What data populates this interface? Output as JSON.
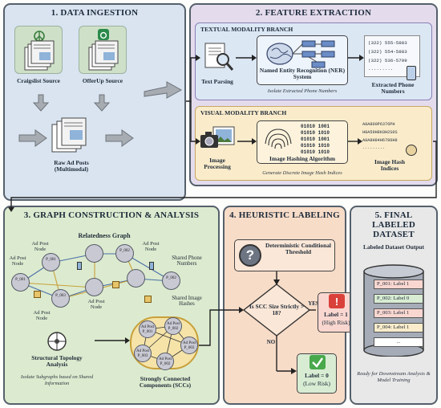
{
  "panels": {
    "ingestion": "1. DATA INGESTION",
    "feature": "2. FEATURE EXTRACTION",
    "graph": "3. GRAPH CONSTRUCTION & ANALYSIS",
    "heuristic": "4. HEURISTIC LABELING",
    "final": "5. FINAL LABELED DATASET"
  },
  "ingestion": {
    "craigslist": "Craigslist Source",
    "offerup": "OfferUp Source",
    "raw": "Raw Ad Posts (Multimodal)"
  },
  "textual": {
    "title": "TEXTUAL MODALITY BRANCH",
    "parsing": "Text Parsing",
    "ner": "Named Entity Recognition (NER) System",
    "ner_note": "Isolate Extracted Phone Numbers",
    "phones": [
      "(322) 555-5883",
      "(322) 554-5883",
      "(322) 536-5799",
      "........."
    ],
    "extracted": "Extracted Phone Numbers"
  },
  "visual": {
    "title": "VISUAL MODALITY BRANCH",
    "processing": "Image Processing",
    "hashing": "Image Hashing Algorithm",
    "hash_note": "Generate Discrete Image Hash Indices",
    "binary": [
      "01010 1001",
      "01010 1010",
      "01010 1001",
      "01010 1010",
      "01010 1010"
    ],
    "hashes": [
      "A8A800P6376PH",
      "H8A59H8H3H2S0S",
      "A8A8H84H6786H8",
      "........."
    ],
    "indices": "Image Hash Indices"
  },
  "graph": {
    "relatedness": "Relatedness Graph",
    "node_labels": [
      "Ad Post Node",
      "Ad Post Node",
      "Ad Post Node",
      "Ad Post Node",
      "Ad Post Node"
    ],
    "node_ids": [
      "P_001",
      "P_001",
      "P_002",
      "P_003",
      "P_002",
      "P_002",
      "P_003"
    ],
    "shared_phone": "Shared Phone Numbers",
    "shared_image": "Shared Image Hashes",
    "topology": "Structural Topology Analysis",
    "topology_note": "Isolate Subgraphs based on Shared Information",
    "scc": "Strongly Connected Components (SCCs)",
    "scc_ids": [
      "Ad Post P_001",
      "Ad Post P_002",
      "Ad Post P_003",
      "Ad Post P_002",
      "Ad Post P_003",
      "Ad Post P_003"
    ]
  },
  "heuristic": {
    "threshold": "Deterministic Conditional Threshold",
    "question": "Is SCC Size Strictly > 18?",
    "yes": "YES",
    "no": "NO",
    "label1": "Label = 1",
    "label1_sub": "(High Risk)",
    "label0": "Label = 0",
    "label0_sub": "(Low Risk)"
  },
  "final": {
    "output": "Labeled Dataset Output",
    "rows": [
      "P_001: Label 1",
      "P_002: Label 0",
      "P_003: Label 1",
      "P_004: Label 1",
      "..."
    ],
    "ready": "Ready for Downstream Analysis & Model Training"
  },
  "colors": {
    "ingestion_bg": "#d9e4f0",
    "feature_bg": "#e4dced",
    "textual_bg": "#dce7f4",
    "visual_bg": "#faeccb",
    "graph_bg": "#dcebcf",
    "heuristic_bg": "#f7dcc8",
    "final_bg": "#e8e8e8",
    "high_risk": "#d9413a",
    "low_risk": "#48a84c"
  }
}
